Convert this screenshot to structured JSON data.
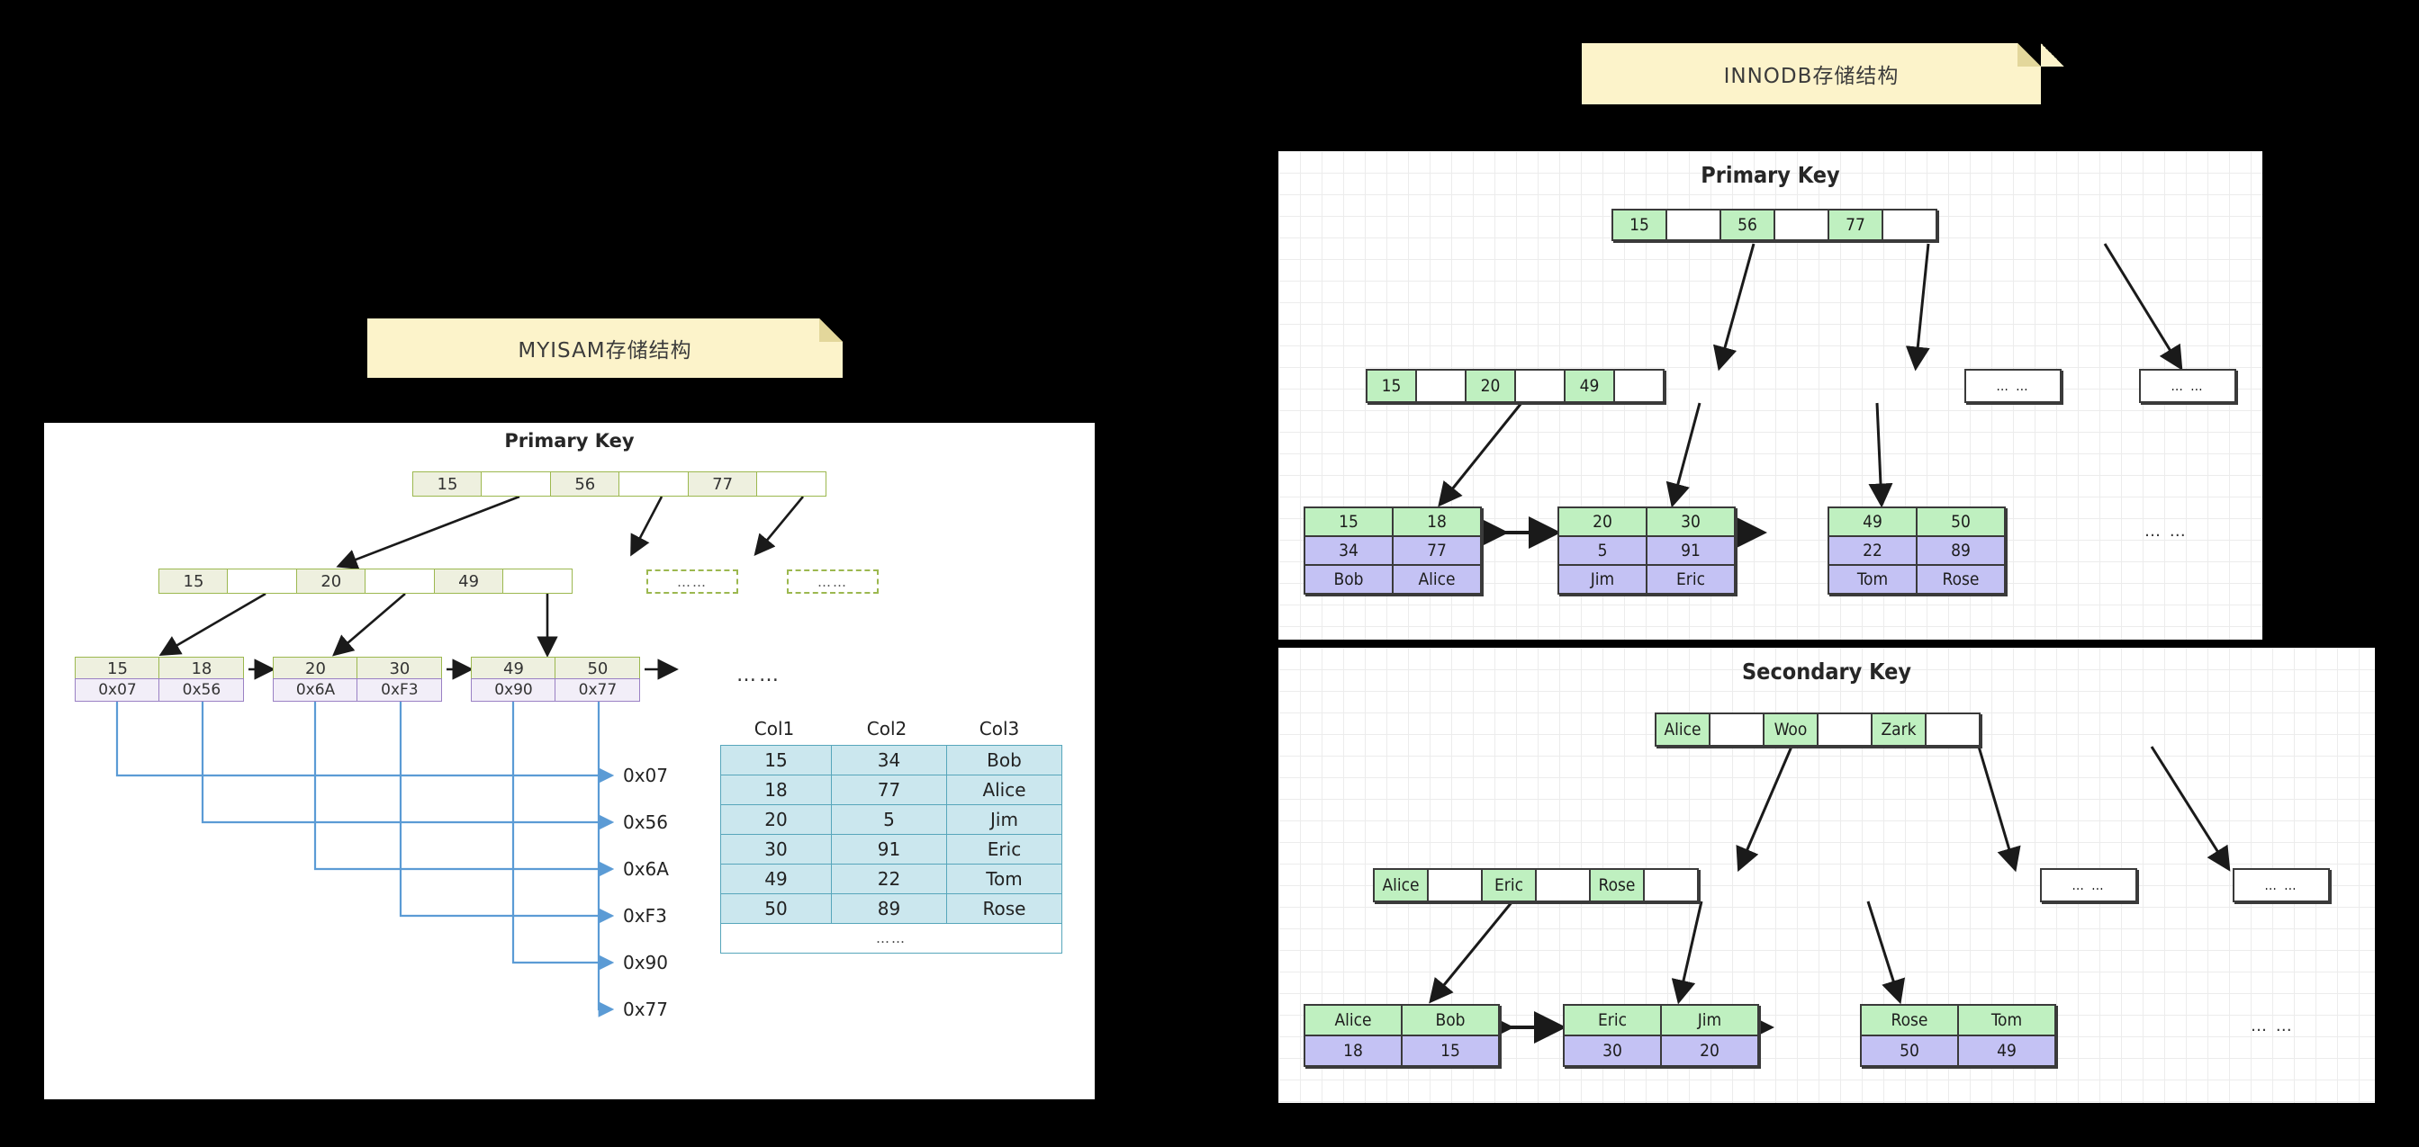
{
  "myisam": {
    "banner": "MYISAM存储结构",
    "panel_title": "Primary Key",
    "root": [
      "15",
      "",
      "56",
      "",
      "77",
      ""
    ],
    "level2": [
      "15",
      "",
      "20",
      "",
      "49",
      ""
    ],
    "placeholder_nodes": [
      "……",
      "……"
    ],
    "leaves": [
      {
        "keys": [
          "15",
          "18"
        ],
        "addrs": [
          "0x07",
          "0x56"
        ]
      },
      {
        "keys": [
          "20",
          "30"
        ],
        "addrs": [
          "0x6A",
          "0xF3"
        ]
      },
      {
        "keys": [
          "49",
          "50"
        ],
        "addrs": [
          "0x90",
          "0x77"
        ]
      }
    ],
    "addr_labels": [
      "0x07",
      "0x56",
      "0x6A",
      "0xF3",
      "0x90",
      "0x77"
    ],
    "ellipsis": "……",
    "table": {
      "headers": [
        "Col1",
        "Col2",
        "Col3"
      ],
      "rows": [
        [
          "15",
          "34",
          "Bob"
        ],
        [
          "18",
          "77",
          "Alice"
        ],
        [
          "20",
          "5",
          "Jim"
        ],
        [
          "30",
          "91",
          "Eric"
        ],
        [
          "49",
          "22",
          "Tom"
        ],
        [
          "50",
          "89",
          "Rose"
        ]
      ],
      "footer": "……"
    }
  },
  "innodb": {
    "banner": "INNODB存储结构",
    "primary": {
      "title": "Primary Key",
      "root": [
        "15",
        "",
        "56",
        "",
        "77",
        ""
      ],
      "level2": [
        "15",
        "",
        "20",
        "",
        "49",
        ""
      ],
      "placeholder_nodes": [
        "… …",
        "… …"
      ],
      "leaves": [
        {
          "keys": [
            "15",
            "18"
          ],
          "col2": [
            "34",
            "77"
          ],
          "col3": [
            "Bob",
            "Alice"
          ]
        },
        {
          "keys": [
            "20",
            "30"
          ],
          "col2": [
            "5",
            "91"
          ],
          "col3": [
            "Jim",
            "Eric"
          ]
        },
        {
          "keys": [
            "49",
            "50"
          ],
          "col2": [
            "22",
            "89"
          ],
          "col3": [
            "Tom",
            "Rose"
          ]
        }
      ],
      "tail": "… …"
    },
    "secondary": {
      "title": "Secondary Key",
      "root": [
        "Alice",
        "",
        "Woo",
        "",
        "Zark",
        ""
      ],
      "level2": [
        "Alice",
        "",
        "Eric",
        "",
        "Rose",
        ""
      ],
      "placeholder_nodes": [
        "… …",
        "… …"
      ],
      "leaves": [
        {
          "keys": [
            "Alice",
            "Bob"
          ],
          "ids": [
            "18",
            "15"
          ]
        },
        {
          "keys": [
            "Eric",
            "Jim"
          ],
          "ids": [
            "30",
            "20"
          ]
        },
        {
          "keys": [
            "Rose",
            "Tom"
          ],
          "ids": [
            "50",
            "49"
          ]
        }
      ],
      "tail": "… …"
    }
  },
  "colors": {
    "note_bg": "#fcf3ca",
    "myisam_key": "#eef0df",
    "myisam_border": "#9cb84f",
    "myisam_addr": "#f2eef8",
    "myisam_addr_border": "#9a81c4",
    "table_cell": "#cbe7ee",
    "table_border": "#57a6bb",
    "innodb_key": "#bff0c0",
    "innodb_value": "#c4c2f4",
    "innodb_border": "#3a3a3a",
    "link_blue": "#5b9bd5"
  }
}
